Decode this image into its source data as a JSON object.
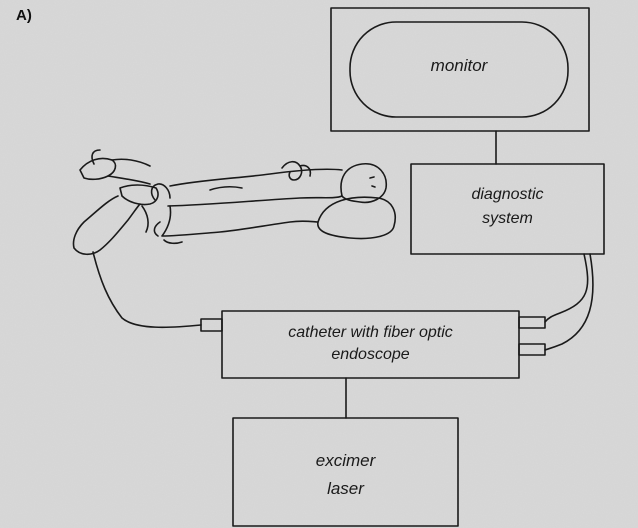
{
  "panel_label": "A)",
  "boxes": {
    "monitor": "monitor",
    "diagnostic_line1": "diagnostic",
    "diagnostic_line2": "system",
    "catheter_line1": "catheter with fiber optic",
    "catheter_line2": "endoscope",
    "excimer_line1": "excimer",
    "excimer_line2": "laser"
  },
  "colors": {
    "background": "#d9d9d9",
    "line": "#1a1a1a"
  }
}
